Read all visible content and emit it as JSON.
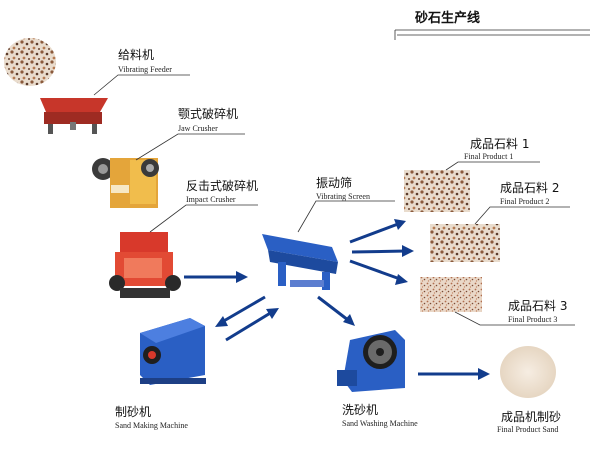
{
  "title": "砂石生产线",
  "nodes": [
    {
      "id": "feeder",
      "zh": "给料机",
      "en": "Vibrating Feeder"
    },
    {
      "id": "jaw",
      "zh": "颚式破碎机",
      "en": "Jaw  Crusher"
    },
    {
      "id": "impact",
      "zh": "反击式破碎机",
      "en": "Impact Crusher"
    },
    {
      "id": "screen",
      "zh": "振动筛",
      "en": "Vibrating Screen"
    },
    {
      "id": "fp1",
      "zh": "成品石料 1",
      "en": "Final Product 1"
    },
    {
      "id": "fp2",
      "zh": "成品石料 2",
      "en": "Final Product 2"
    },
    {
      "id": "fp3",
      "zh": "成品石料 3",
      "en": "Final Product 3"
    },
    {
      "id": "sandmaker",
      "zh": "制砂机",
      "en": "Sand Making  Machine"
    },
    {
      "id": "washer",
      "zh": "洗砂机",
      "en": "Sand Washing Machine"
    },
    {
      "id": "sand",
      "zh": "成品机制砂",
      "en": "Final Product Sand"
    }
  ],
  "colors": {
    "arrow": "#123c8c",
    "machine_red": "#d8392b",
    "machine_blue": "#2a5fc4",
    "sand": "#efe3d4"
  }
}
